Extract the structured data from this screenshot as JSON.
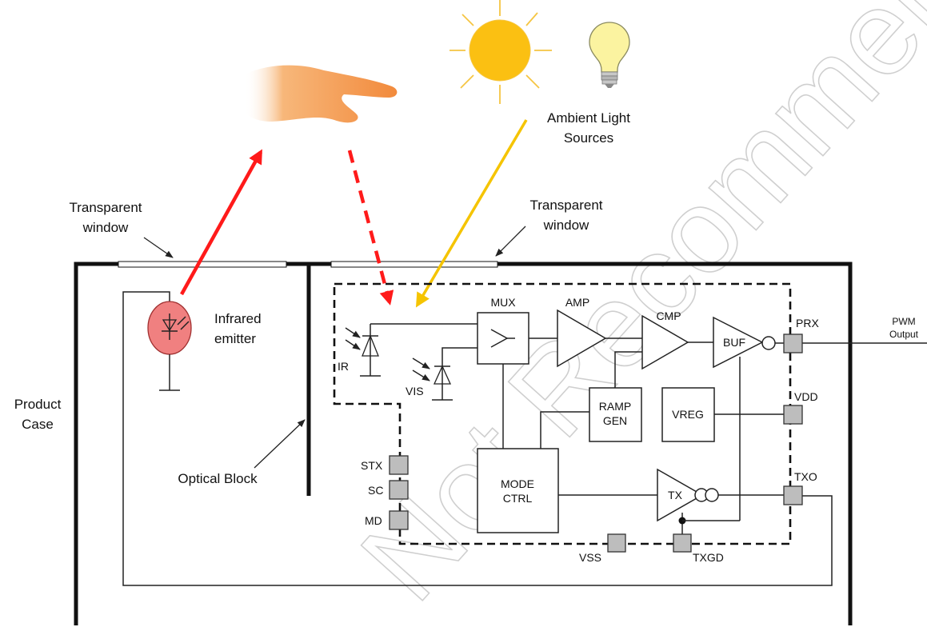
{
  "labels": {
    "ambient_line1": "Ambient Light",
    "ambient_line2": "Sources",
    "window_left_line1": "Transparent",
    "window_left_line2": "window",
    "window_right_line1": "Transparent",
    "window_right_line2": "window",
    "product_line1": "Product",
    "product_line2": "Case",
    "emitter_line1": "Infrared",
    "emitter_line2": "emitter",
    "optical_block": "Optical Block",
    "pwm_line1": "PWM",
    "pwm_line2": "Output"
  },
  "blocks": {
    "mux": "MUX",
    "amp": "AMP",
    "cmp": "CMP",
    "buf": "BUF",
    "ramp_line1": "RAMP",
    "ramp_line2": "GEN",
    "vreg": "VREG",
    "mode_line1": "MODE",
    "mode_line2": "CTRL",
    "tx": "TX",
    "ir": "IR",
    "vis": "VIS"
  },
  "pins": {
    "prx": "PRX",
    "vdd": "VDD",
    "txo": "TXO",
    "stx": "STX",
    "sc": "SC",
    "md": "MD",
    "vss": "VSS",
    "txgd": "TXGD"
  },
  "watermark": "Not Recommended for New Designs",
  "colors": {
    "sun": "#fbc012",
    "sun_rays": "#f5c542",
    "bulb": "#fbf3a0",
    "hand": "#f5a05a",
    "emitter_fill": "#f08080",
    "ir_arrow": "#ff1a1a",
    "ambient_arrow": "#f5c400",
    "pad": "#bdbdbd"
  },
  "icons": {
    "sun": "sun-icon",
    "bulb": "light-bulb-icon",
    "hand": "hand-icon"
  }
}
